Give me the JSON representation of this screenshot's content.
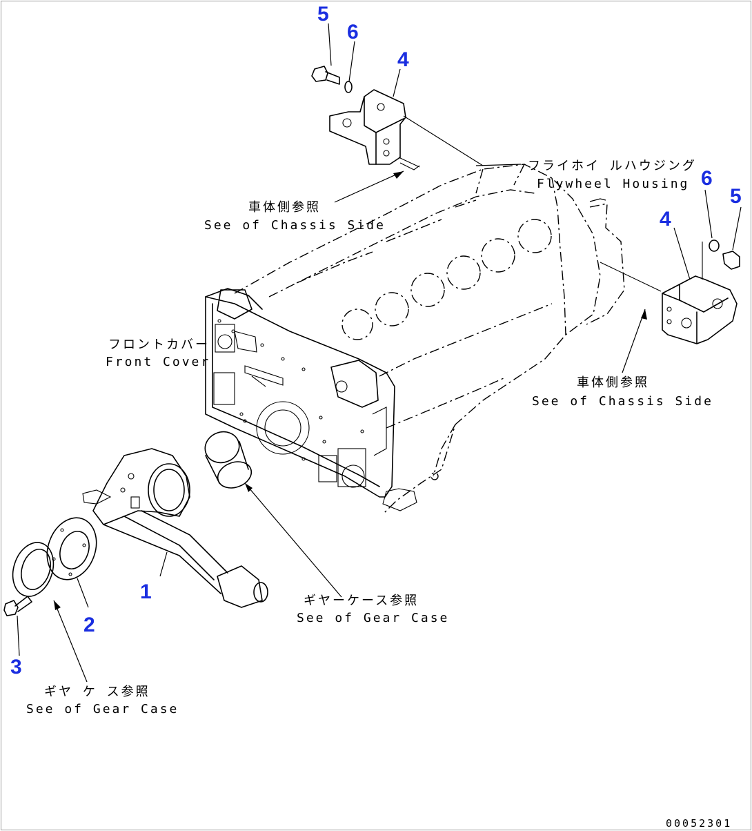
{
  "part_numbers": [
    {
      "key": "p5a",
      "text": "5"
    },
    {
      "key": "p6a",
      "text": "6"
    },
    {
      "key": "p4a",
      "text": "4"
    },
    {
      "key": "p6b",
      "text": "6"
    },
    {
      "key": "p5b",
      "text": "5"
    },
    {
      "key": "p4b",
      "text": "4"
    },
    {
      "key": "p1",
      "text": "1"
    },
    {
      "key": "p2",
      "text": "2"
    },
    {
      "key": "p3",
      "text": "3"
    }
  ],
  "labels": {
    "chassis_top_jp": "車体側参照",
    "chassis_top_en": "See of Chassis Side",
    "flywheel_jp": "フライホイ ルハウジング",
    "flywheel_en": "Flywheel Housing",
    "front_cover_jp": "フロントカバー",
    "front_cover_en": "Front Cover",
    "chassis_right_jp": "車体側参照",
    "chassis_right_en": "See of Chassis Side",
    "gear_mid_jp": "ギヤーケース参照",
    "gear_mid_en": "See of Gear Case",
    "gear_left_jp": "ギヤ ケ ス参照",
    "gear_left_en": "See of Gear Case"
  },
  "drawing_code": "00052301",
  "colors": {
    "callout": "#1a2ee0",
    "line": "#000000",
    "frame": "#9a9a9a"
  }
}
